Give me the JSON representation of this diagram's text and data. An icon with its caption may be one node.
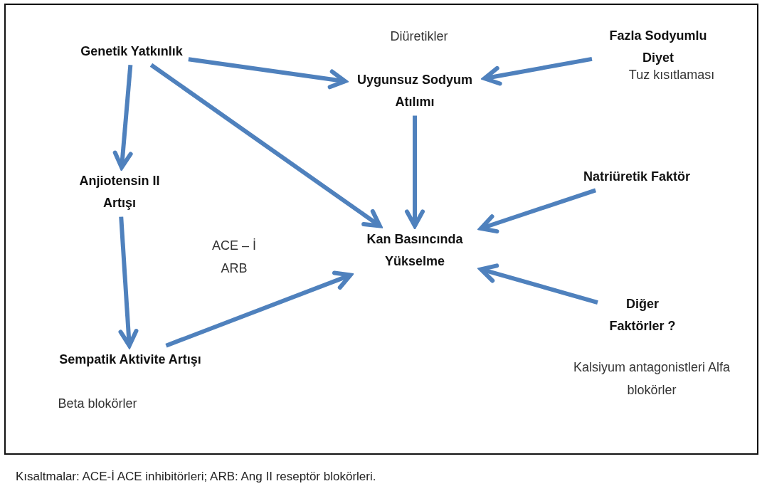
{
  "diagram": {
    "caption": "Kısaltmalar: ACE-İ ACE inhibitörleri; ARB: Ang II reseptör blokörleri.",
    "nodes": [
      {
        "text": [
          "Genetik Yatkınlık"
        ]
      },
      {
        "text": [
          "Uygunsuz Sodyum Atılımı"
        ]
      },
      {
        "text": [
          "Fazla Sodyumlu Diyet"
        ]
      },
      {
        "text": [
          "Anjiotensin II Artışı"
        ]
      },
      {
        "text": [
          "Natriüretik Faktör"
        ]
      },
      {
        "text": [
          "Kan Basıncında Yükselme"
        ]
      },
      {
        "text": [
          "Sempatik Aktivite Artışı"
        ]
      },
      {
        "text": [
          "Diğer Faktörler ?"
        ]
      }
    ],
    "edges": [
      {
        "from": 0,
        "to": 1,
        "arrow": "to"
      },
      {
        "from": 0,
        "to": 3,
        "arrow": "to"
      },
      {
        "from": 0,
        "to": 5,
        "arrow": "to"
      },
      {
        "from": 2,
        "to": 1,
        "arrow": "to"
      },
      {
        "from": 1,
        "to": 5,
        "arrow": "to"
      },
      {
        "from": 4,
        "to": 5,
        "arrow": "to"
      },
      {
        "from": 3,
        "to": 6,
        "arrow": "to"
      },
      {
        "from": 6,
        "to": 5,
        "arrow": "to"
      },
      {
        "from": 7,
        "to": 5,
        "arrow": "to"
      }
    ],
    "labels": [
      "Diüretikler",
      "Tuz kısıtlaması",
      "ACE – İ ARB",
      "Beta blokörler",
      "Kalsiyum antagonistleri Alfa blokörler"
    ]
  }
}
